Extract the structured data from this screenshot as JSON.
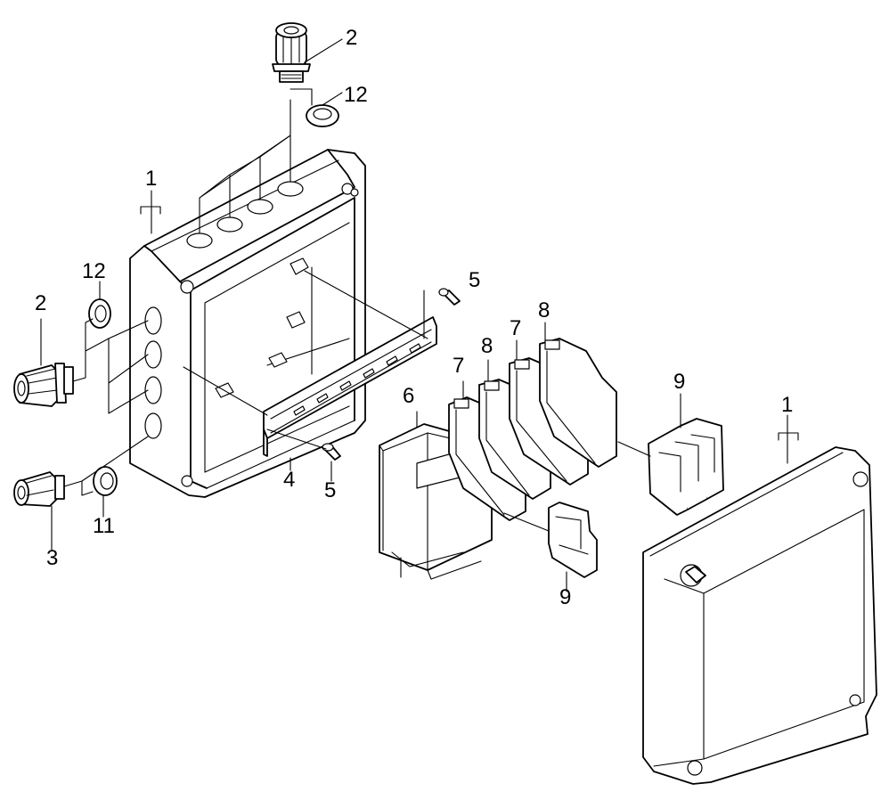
{
  "callouts": {
    "c1_box": "1",
    "c1_lid": "1",
    "c2_top": "2",
    "c2_left": "2",
    "c3": "3",
    "c4": "4",
    "c5_top": "5",
    "c5_bottom": "5",
    "c6": "6",
    "c7_a": "7",
    "c7_b": "7",
    "c8_a": "8",
    "c8_b": "8",
    "c9_right": "9",
    "c9_bottom": "9",
    "c11": "11",
    "c12_top": "12",
    "c12_left": "12"
  }
}
